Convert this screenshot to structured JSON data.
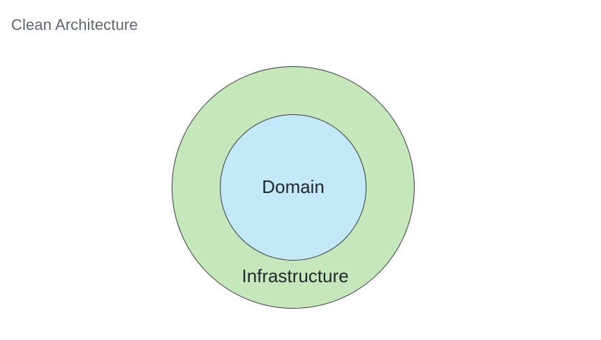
{
  "slide": {
    "title": "Clean Architecture",
    "background_color": "#ffffff",
    "title_color": "#5f6570"
  },
  "diagram": {
    "type": "concentric-circles",
    "layers": [
      {
        "id": "infrastructure",
        "label": "Infrastructure",
        "fill_color": "#c6e7bc",
        "stroke_color": "#35393c",
        "label_color": "#23282c",
        "level": 1
      },
      {
        "id": "domain",
        "label": "Domain",
        "fill_color": "#c3e8f8",
        "stroke_color": "#35393c",
        "label_color": "#23282c",
        "level": 2
      }
    ]
  }
}
